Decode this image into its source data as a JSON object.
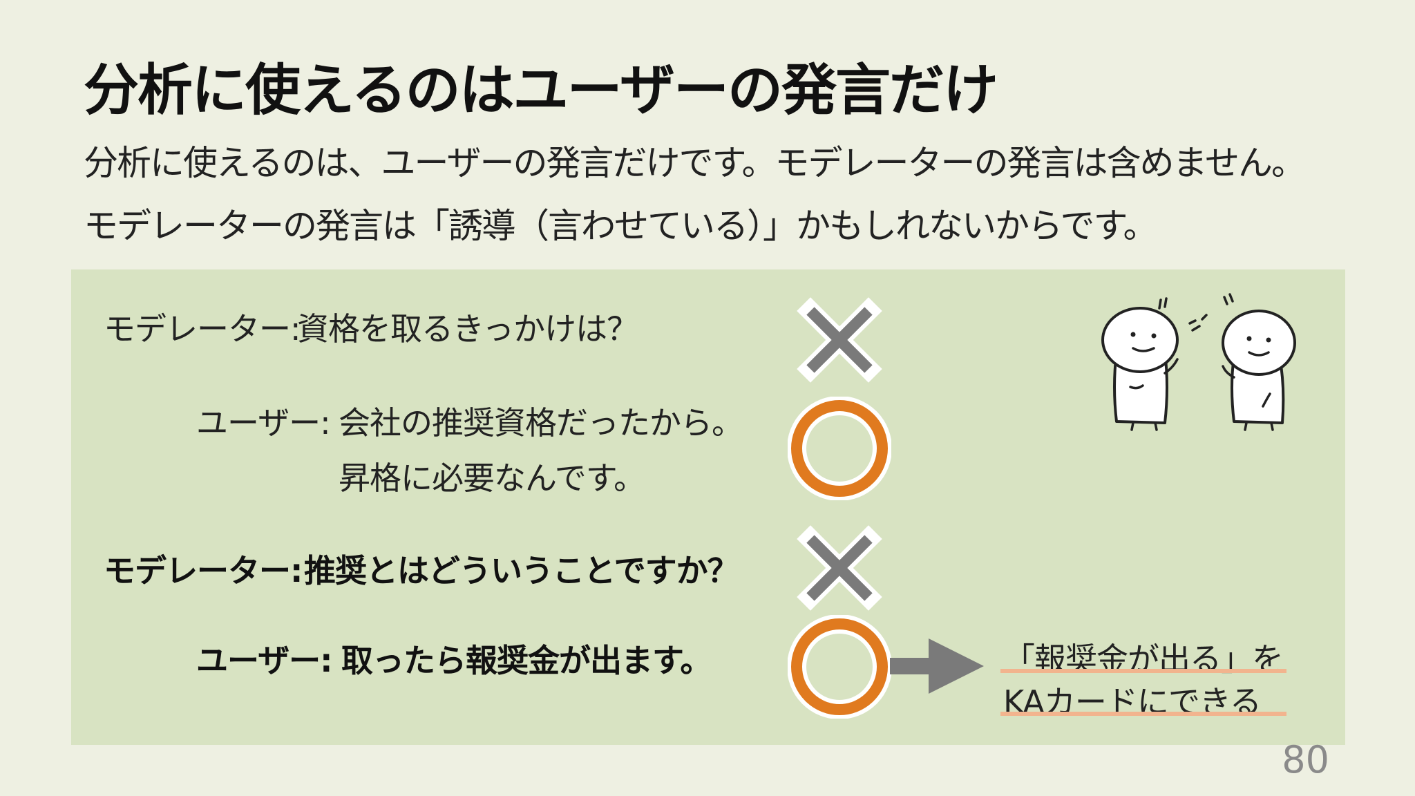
{
  "title": "分析に使えるのはユーザーの発言だけ",
  "intro": {
    "line1": "分析に使えるのは、ユーザーの発言だけです。モデレーターの発言は含めません。",
    "line2": "モデレーターの発言は「誘導（言わせている）」かもしれないからです。"
  },
  "dialogue": [
    {
      "speaker": "モデレーター:",
      "text": "資格を取るきっかけは？",
      "mark": "cross"
    },
    {
      "speaker": "ユーザー:",
      "text": "会社の推奨資格だったから。",
      "text2": "昇格に必要なんです。",
      "mark": "circle"
    },
    {
      "speaker": "モデレーター:",
      "text": "推奨とはどういうことですか？",
      "mark": "cross"
    },
    {
      "speaker": "ユーザー:",
      "text": "取ったら報奨金が出ます。",
      "mark": "circle"
    }
  ],
  "note": {
    "line1": "「報奨金が出る」を",
    "line2": "KAカードにできる"
  },
  "page_number": "80",
  "colors": {
    "background": "#eef0e2",
    "panel": "#d8e3c2",
    "cross": "#7a7a7a",
    "circle": "#e07a1f",
    "arrow": "#7a7a7a",
    "highlight": "#f2b48e"
  },
  "icons": [
    "cross-mark-icon",
    "circle-mark-icon",
    "arrow-right-icon",
    "two-people-illustration"
  ]
}
